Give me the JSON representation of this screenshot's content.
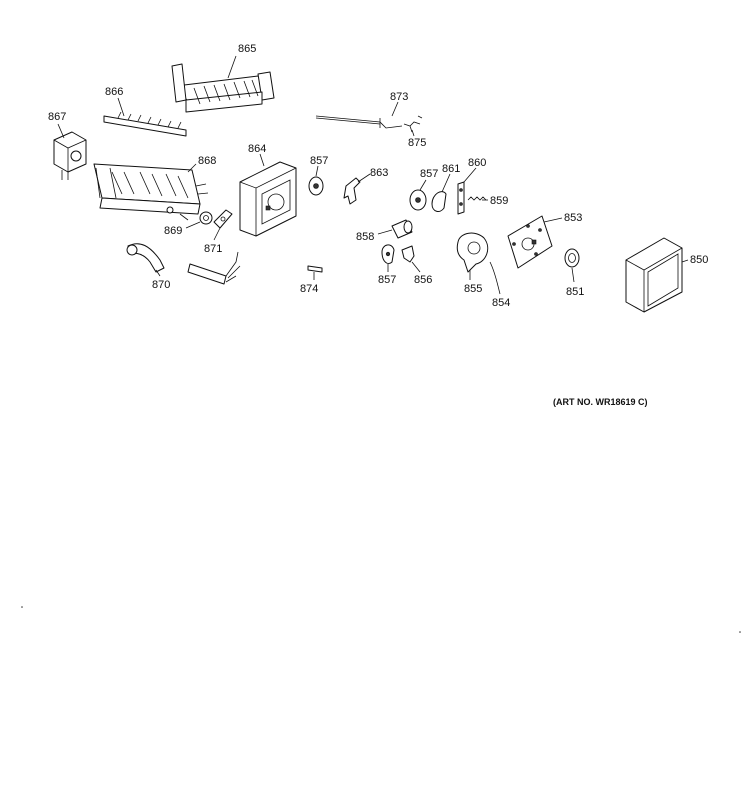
{
  "parts": {
    "p850": "850",
    "p851": "851",
    "p853": "853",
    "p854": "854",
    "p855": "855",
    "p856": "856",
    "p857a": "857",
    "p857b": "857",
    "p857c": "857",
    "p858": "858",
    "p859": "859",
    "p860": "860",
    "p861": "861",
    "p863": "863",
    "p864": "864",
    "p865": "865",
    "p866": "866",
    "p867": "867",
    "p868": "868",
    "p869": "869",
    "p870": "870",
    "p871": "871",
    "p873": "873",
    "p874": "874",
    "p875": "875"
  },
  "art_number": "(ART NO. WR18619 C)",
  "colors": {
    "line": "#111111",
    "background": "#ffffff"
  }
}
